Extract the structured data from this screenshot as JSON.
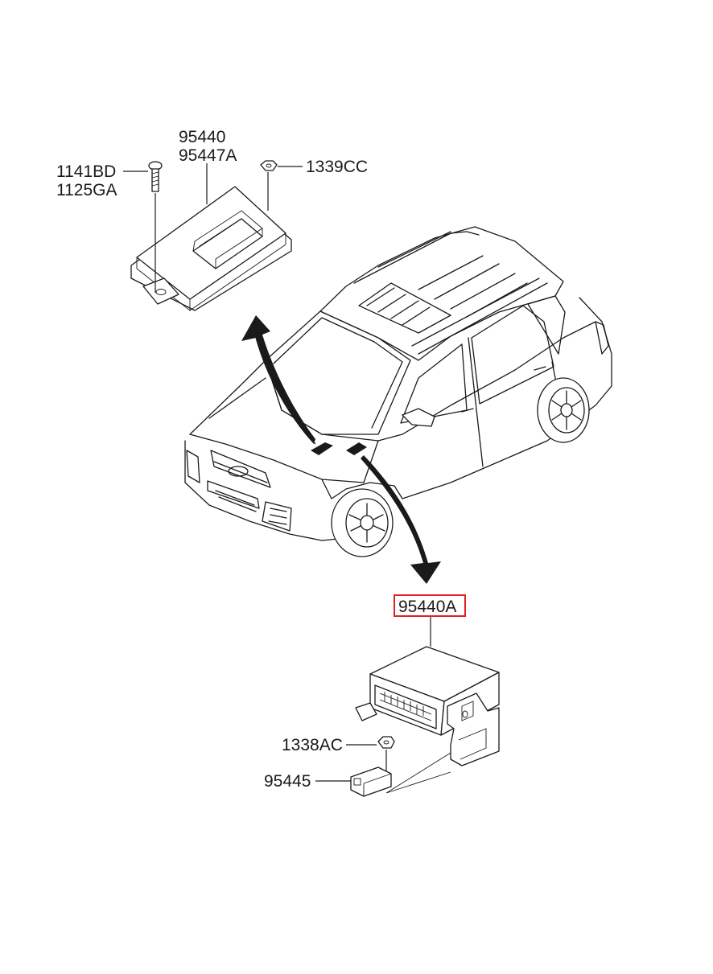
{
  "diagram": {
    "labels": {
      "module_top_line1": "95440",
      "module_top_line2": "95447A",
      "bolt_line1": "1141BD",
      "bolt_line2": "1125GA",
      "nut_top": "1339CC",
      "module_bottom": "95440A",
      "nut_bottom": "1338AC",
      "sensor": "95445"
    },
    "colors": {
      "highlight_box": "#e02020",
      "line": "#1a1a1a"
    }
  }
}
